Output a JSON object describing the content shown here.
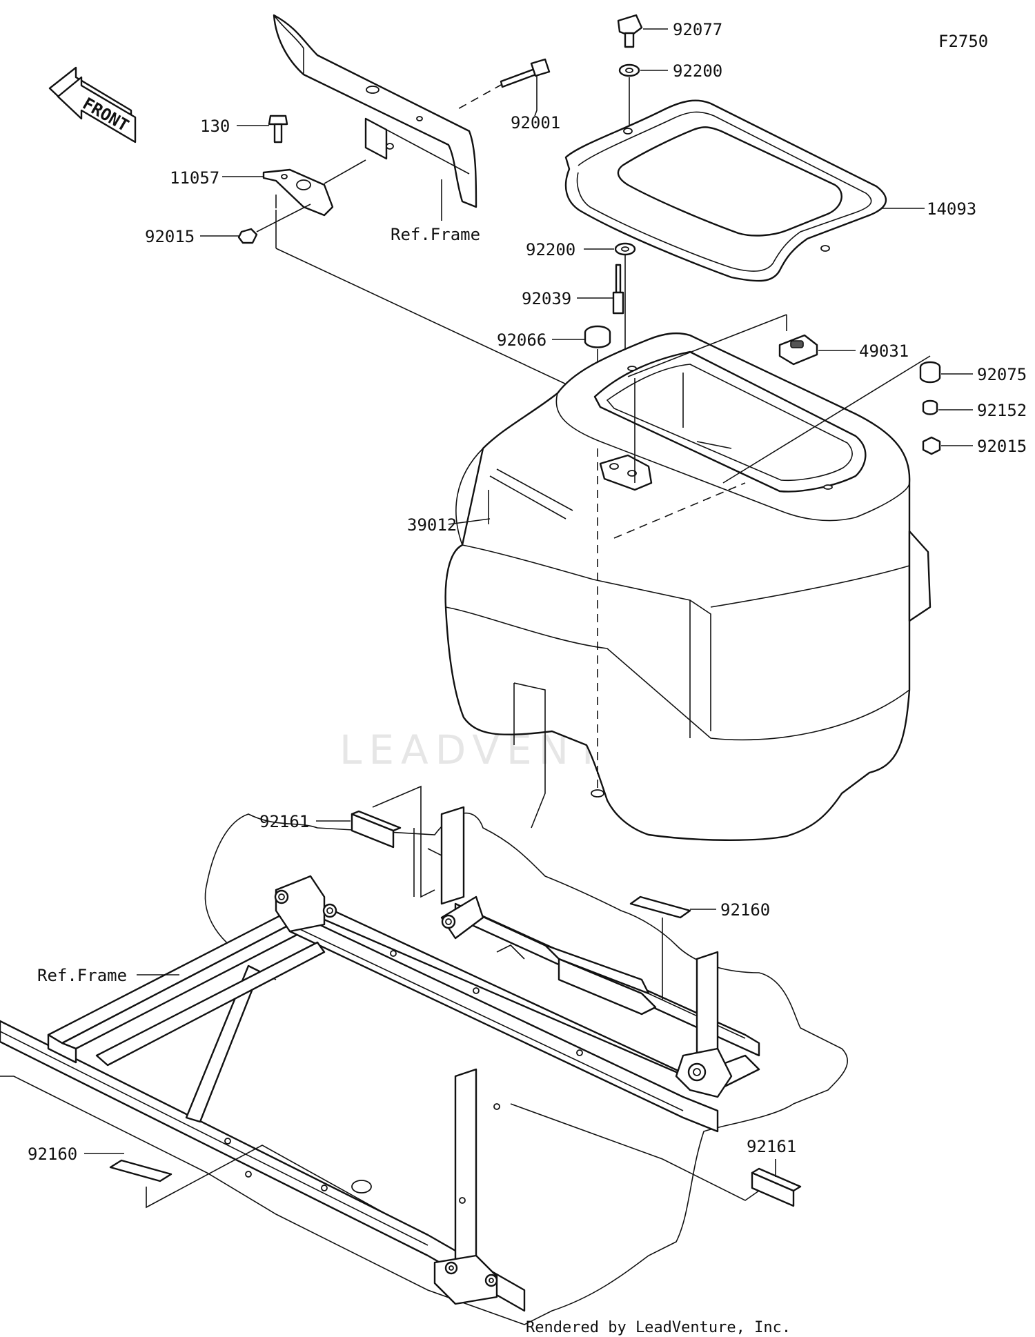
{
  "figure_code": "F2750",
  "front_label": "FRONT",
  "watermark": "LEADVENTURE",
  "footer": "Rendered by LeadVenture, Inc.",
  "callouts": {
    "p92077": "92077",
    "p92200_top": "92200",
    "p92001": "92001",
    "p130": "130",
    "p11057": "11057",
    "p92015_left": "92015",
    "ref_frame_top": "Ref.Frame",
    "p14093": "14093",
    "p92200_mid": "92200",
    "p92039": "92039",
    "p92066": "92066",
    "p49031": "49031",
    "p92075": "92075",
    "p92152": "92152",
    "p92015_right": "92015",
    "p39012": "39012",
    "p92161_left": "92161",
    "p92160_right": "92160",
    "ref_frame_bottom": "Ref.Frame",
    "p92160_left": "92160",
    "p92161_right": "92161"
  }
}
